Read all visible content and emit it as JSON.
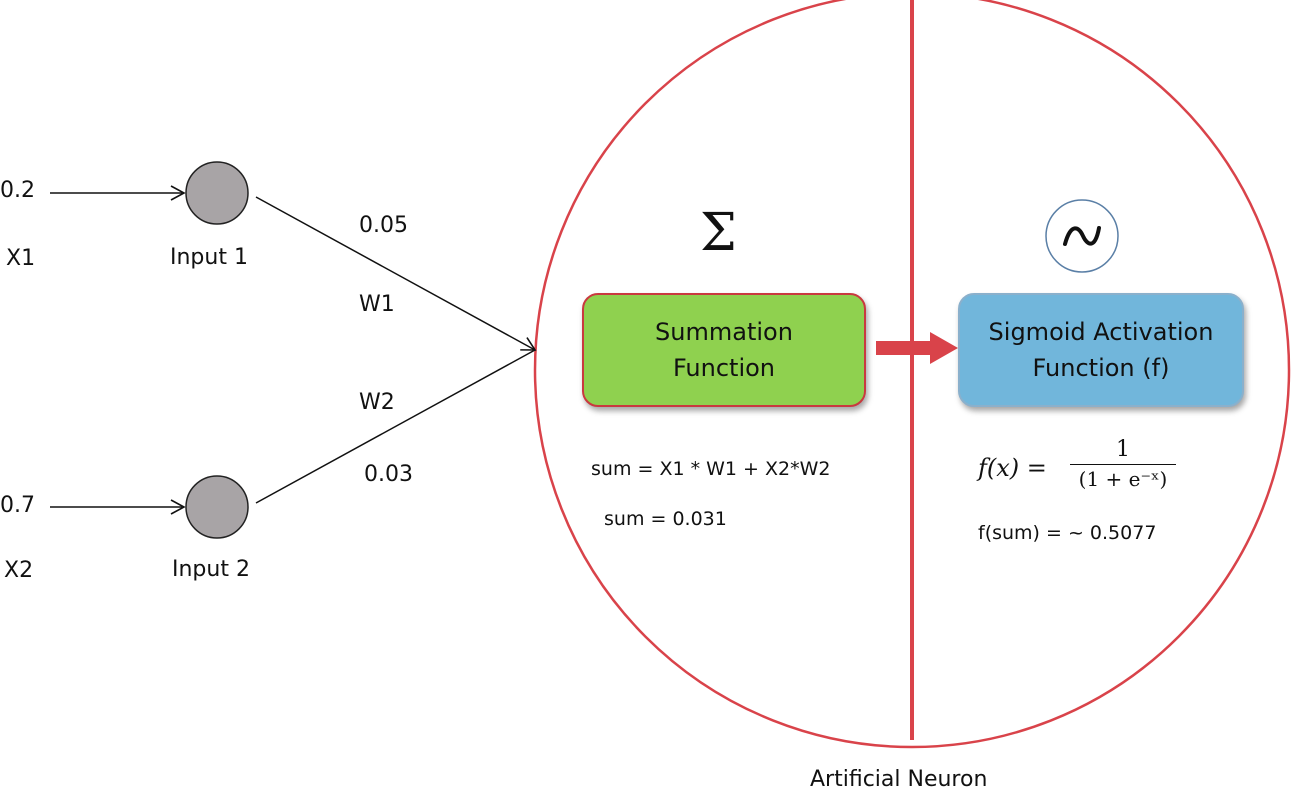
{
  "inputs": [
    {
      "value": "0.2",
      "var": "X1",
      "label": "Input 1"
    },
    {
      "value": "0.7",
      "var": "X2",
      "label": "Input 2"
    }
  ],
  "weights": [
    {
      "value": "0.05",
      "name": "W1"
    },
    {
      "value": "0.03",
      "name": "W2"
    }
  ],
  "neuron": {
    "sigma_symbol": "Σ",
    "summation_box": {
      "line1": "Summation",
      "line2": "Function"
    },
    "activation_box": {
      "line1": "Sigmoid Activation",
      "line2": "Function (f)"
    },
    "sum_formula": "sum = X1 * W1 + X2*W2",
    "sum_result": "sum = 0.031",
    "sigmoid_formula": {
      "lhs": "f(x) =",
      "numerator": "1",
      "denominator": "(1 + e⁻ˣ)"
    },
    "sigmoid_result": "f(sum) = ~ 0.5077",
    "caption": "Artificial Neuron"
  },
  "colors": {
    "circle_stroke": "#d9434a",
    "divider": "#d9434a",
    "summation_fill": "#8fd14f",
    "activation_fill": "#71b6db",
    "node_fill": "#a8a4a6",
    "arrow_fill": "#d9434a"
  },
  "icons": [
    "sigma-icon",
    "sigmoid-icon"
  ]
}
